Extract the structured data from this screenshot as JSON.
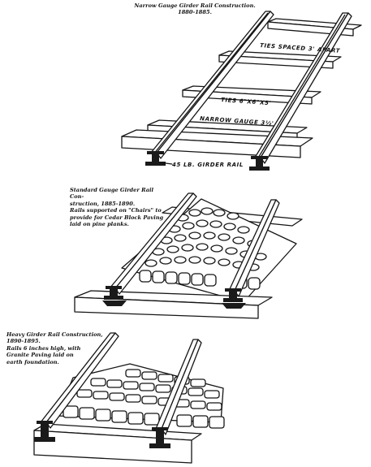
{
  "figure_1": {
    "caption": [
      "Narrow Gauge Girder Rail Construction.",
      "1880-1885."
    ],
    "labels": {
      "ties_spacing": "TIES SPACED 3' APART",
      "tie_size": "TIES 6\"X6\"X5'",
      "gauge": "NARROW GAUGE 3½'",
      "rail": "45 LB. GIRDER RAIL"
    }
  },
  "figure_2": {
    "caption": [
      "Standard Gauge Girder Rail Con-",
      "struction, 1885-1890.",
      "Rails supported on \"Chairs\" to",
      "provide for Cedar Block Paving",
      "laid on pine planks."
    ]
  },
  "figure_3": {
    "caption": [
      "Heavy Girder Rail Construction,",
      "1890-1895.",
      "Rails 6 inches high, with",
      "Granite Paving laid on",
      "earth foundation."
    ]
  }
}
